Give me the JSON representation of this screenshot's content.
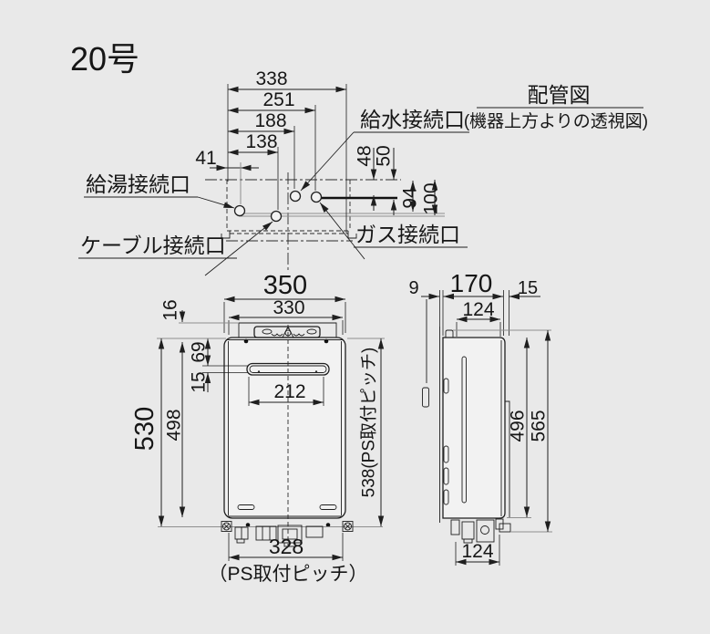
{
  "page": {
    "title": "20号"
  },
  "piping": {
    "title": "配管図",
    "subtitle": "(機器上方よりの透視図)",
    "labels": {
      "water_supply": "給水接続口",
      "hot_water": "給湯接続口",
      "cable": "ケーブル接続口",
      "gas": "ガス接続口"
    },
    "dims": {
      "d338": "338",
      "d251": "251",
      "d188": "188",
      "d138": "138",
      "d41": "41",
      "d48": "48",
      "d50": "50",
      "d94": "94",
      "d100": "100"
    }
  },
  "front_view": {
    "dims": {
      "d350": "350",
      "d330": "330",
      "d16": "16",
      "d69": "69",
      "d15": "15",
      "d212": "212",
      "d530": "530",
      "d498": "498",
      "d538": "538(PS取付ピッチ)",
      "d328": "328",
      "ps_pitch": "（PS取付ピッチ）"
    }
  },
  "side_view": {
    "dims": {
      "d9": "9",
      "d170": "170",
      "d15": "15",
      "d124_top": "124",
      "d496": "496",
      "d565": "565",
      "d124_bottom": "124"
    }
  }
}
